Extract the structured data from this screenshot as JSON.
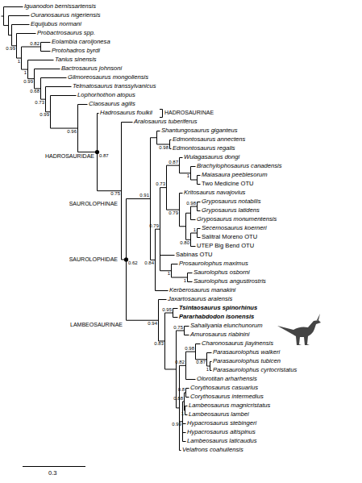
{
  "diagram": {
    "labels": [
      "Iguanodon bernissartensis",
      "Ouranosaurus nigeriensis",
      "Equijubus normani",
      "Probactrosaurus spp.",
      "Eolambia caroljonesa",
      "Protohadros byrdi",
      "Tanius sinensis",
      "Bactrosaurus johnsoni",
      "Gilmoreosaurus mongoliensis",
      "Telmatosaurus transsylvanicus",
      "Lophorhothon atopus",
      "Claosaurus agilis",
      "Hadrosaurus foulkii",
      "Aralosaurus tuberiferus",
      "Shantungosaurus giganteus",
      "Edmontosaurus annectens",
      "Edmontosaurus regalis",
      "Wulagasaurus dongi",
      "Brachylophosaurus canadensis",
      "Maiasaura peeblesorum",
      "Two Medicine OTU",
      "Kritosaurus navajovius",
      "Gryposaurus notabilis",
      "Gryposaurus latidens",
      "Gryposaurus monumentensis",
      "Secernosaurus koerneri",
      "Salitral Moreno OTU",
      "UTEP Big Bend OTU",
      "Sabinas OTU",
      "Prosaurolophus maximus",
      "Saurolophus osborni",
      "Saurolophus angustirostris",
      "Kerberosaurus manakini",
      "Jaxartosaurus aralensis",
      "Tsintaosaurus spinorhinus",
      "Pararhabdodon isonensis",
      "Sahaliyania elunchunorum",
      "Amurosaurus riabinini",
      "Charonosaurus jiayinensis",
      "Parasaurolophus walkeri",
      "Parasaurolophus tubicen",
      "Parasaurolophus cyrtocristatus",
      "Olorotitan arharhensis",
      "Corythosaurus casuarius",
      "Corythosaurus intermedius",
      "Lambeosaurus magnicristatus",
      "Lambeosaurus lambei",
      "Hypacrosaurus stebingeri",
      "Hypacrosaurus altispinus",
      "Lambeosaurus laticaudus",
      "Velafrons coahuilensis",
      "HADROSAURINAE",
      "HADROSAURIDAE",
      "SAUROLOPHINAE",
      "SAUROLOPHIDAE",
      "LAMBEOSAURINAE",
      "0.99",
      "0.82",
      "1",
      "1",
      "0.99",
      "0.68",
      "0.73",
      "0.99",
      "0.96",
      "0.87",
      "0.75",
      "0.62",
      "0.91",
      "0.98",
      "0.87",
      "1",
      "0.73",
      "0.79",
      "0.98",
      "1",
      "0.80",
      "0.79",
      "1",
      "1",
      "0.84",
      "0.94",
      "0.95",
      "0.75",
      "0.83",
      "0.98",
      "0.87",
      "1",
      "0.82",
      "0.8",
      "0.88",
      "1",
      "0.99",
      "0.3"
    ]
  }
}
